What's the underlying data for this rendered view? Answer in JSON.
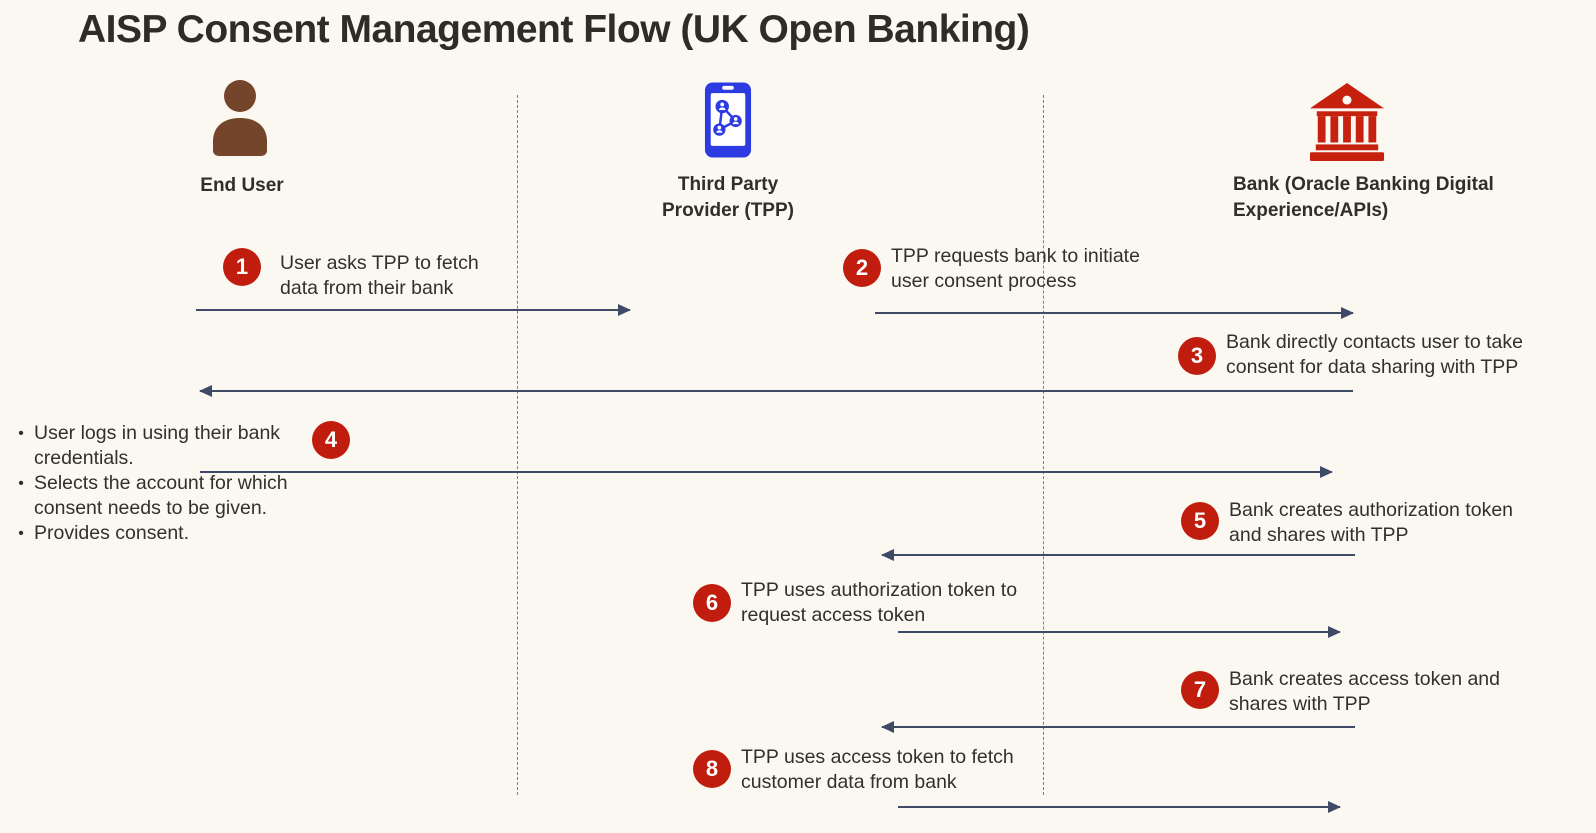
{
  "title": "AISP Consent Management Flow (UK Open Banking)",
  "actors": [
    {
      "id": "end-user",
      "name": "End User",
      "icon": "person-icon"
    },
    {
      "id": "tpp",
      "name": "Third Party Provider (TPP)",
      "icon": "smartphone-network-icon"
    },
    {
      "id": "bank",
      "name": "Bank (Oracle Banking Digital Experience/APIs)",
      "icon": "bank-building-icon"
    }
  ],
  "steps": [
    {
      "number": "1",
      "text": "User asks TPP to fetch data from their bank",
      "direction": "right"
    },
    {
      "number": "2",
      "text": "TPP requests bank to initiate user consent process",
      "direction": "right"
    },
    {
      "number": "3",
      "text": "Bank directly contacts user to take consent for data sharing with TPP",
      "direction": "left"
    },
    {
      "number": "4",
      "bullets": [
        "User logs in using their bank credentials.",
        "Selects the account for which consent needs to be given.",
        "Provides consent."
      ],
      "direction": "right"
    },
    {
      "number": "5",
      "text": "Bank creates authorization token and shares with TPP",
      "direction": "left"
    },
    {
      "number": "6",
      "text": "TPP uses authorization token to request access token",
      "direction": "right"
    },
    {
      "number": "7",
      "text": "Bank creates access token and shares with TPP",
      "direction": "left"
    },
    {
      "number": "8",
      "text": "TPP uses access token to fetch customer data from bank",
      "direction": "right"
    }
  ],
  "colors": {
    "background": "#FBF8F2",
    "title_text": "#2F2B27",
    "body_text": "#33302C",
    "step_badge": "#C11D0E",
    "user_icon": "#74452B",
    "tpp_icon": "#2C3CE2",
    "bank_icon": "#C6200F",
    "arrow": "#3E4A66",
    "lifeline": "#5A679B"
  }
}
